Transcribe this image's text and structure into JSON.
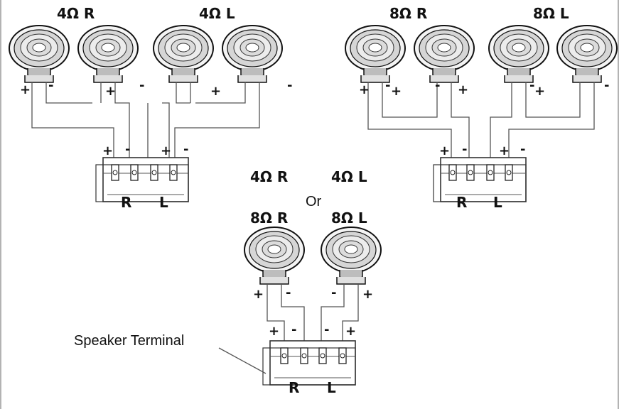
{
  "diagram": {
    "top_left": {
      "heading_r": "4Ω R",
      "heading_l": "4Ω L",
      "channel_r": "R",
      "channel_l": "L"
    },
    "top_right": {
      "heading_r": "8Ω R",
      "heading_l": "8Ω L",
      "channel_r": "R",
      "channel_l": "L"
    },
    "bottom": {
      "alt_heading_r": "4Ω R",
      "alt_heading_l": "4Ω L",
      "or_text": "Or",
      "heading_r": "8Ω R",
      "heading_l": "8Ω L",
      "channel_r": "R",
      "channel_l": "L",
      "callout": "Speaker Terminal"
    },
    "polarity": {
      "plus": "+",
      "minus": "-"
    },
    "colors": {
      "line": "#555555",
      "text": "#111111",
      "frame": "#9a9a9a"
    },
    "icons": {
      "speaker": "speaker-cone-icon",
      "terminal": "terminal-screw-icon"
    }
  }
}
